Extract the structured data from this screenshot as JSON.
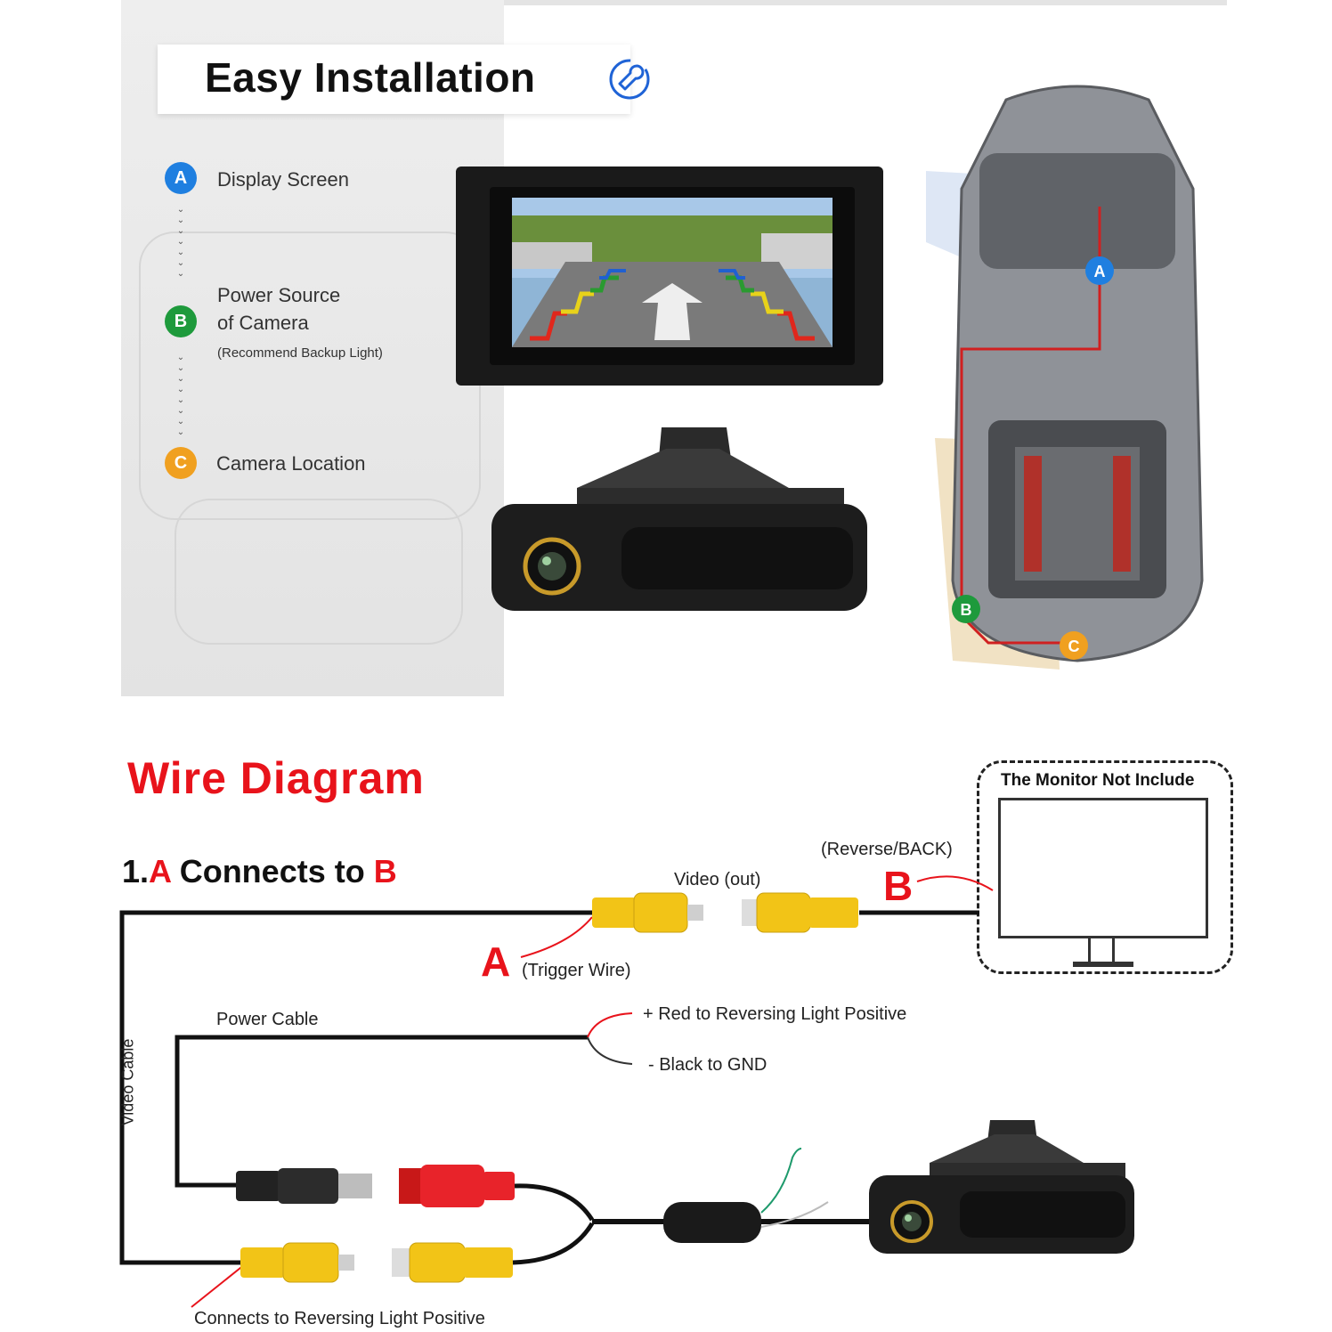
{
  "top": {
    "title": "Easy Installation",
    "icon": "wrench-circle-icon",
    "steps": [
      {
        "letter": "A",
        "label_line1": "Display Screen",
        "color": "#1f7fe0"
      },
      {
        "letter": "B",
        "label_line1": "Power Source",
        "label_line2": "of Camera",
        "note": "(Recommend Backup Light)",
        "color": "#1e9a3c"
      },
      {
        "letter": "C",
        "label_line1": "Camera Location",
        "color": "#f0a020"
      }
    ],
    "car_markers": [
      "A",
      "B",
      "C"
    ]
  },
  "wire": {
    "title": "Wire Diagram",
    "section": {
      "prefix": "1.",
      "from": "A",
      "middle": " Connects to ",
      "to": "B"
    },
    "monitor_note": "The Monitor Not Include",
    "reverse_label": "(Reverse/BACK)",
    "video_out": "Video (out)",
    "b_letter": "B",
    "a_letter": "A",
    "trigger_wire": "(Trigger Wire)",
    "power_cable": "Power Cable",
    "red_label": "+ Red to Reversing Light Positive",
    "black_label": "- Black to GND",
    "video_cable": "Video Cable",
    "bottom_label": "Connects to Reversing Light Positive"
  },
  "colors": {
    "red": "#e8131b",
    "yellow": "#f2c417",
    "blue": "#1f7fe0",
    "green": "#1e9a3c",
    "orange": "#f0a020"
  }
}
